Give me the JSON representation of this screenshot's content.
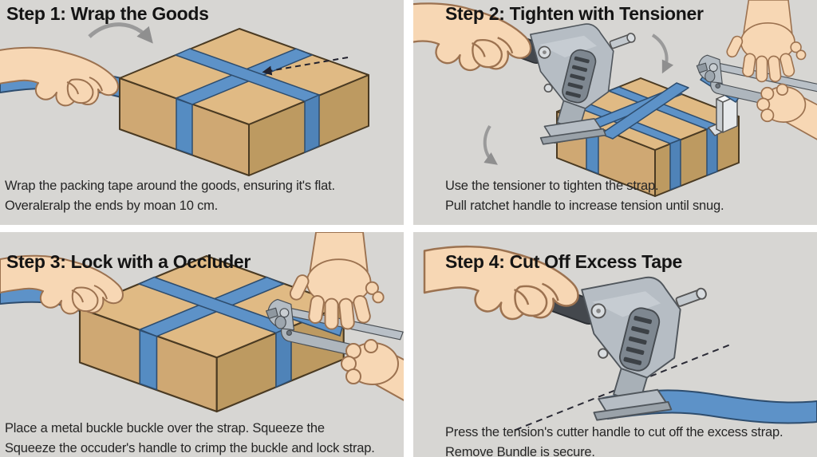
{
  "colors": {
    "panel_background": "#d7d6d3",
    "gutter": "#ffffff",
    "strap_blue": "#5d92c8",
    "box_top": "#e0ba84",
    "box_front": "#cfa873",
    "box_side": "#bd9a61",
    "skin": "#f7d7b4",
    "tool_gray": "#b6bdc4",
    "tool_grip_dark": "#44484d",
    "title_text": "#141414",
    "caption_text": "#262626"
  },
  "panels": [
    {
      "id": "step-1",
      "title": "Step 1: Wrap the Goods",
      "caption_lines": [
        "Wrap the packing tape around the goods, ensuring it's flat.",
        "Overalᴇralp the ends by moan 10 cm."
      ],
      "illustration": "hand-wrapping-blue-strap-around-cardboard-box"
    },
    {
      "id": "step-2",
      "title": "Step 2: Tighten with Tensioner",
      "caption_lines": [
        "Use the tensioner to tighten the strap.",
        "Pull ratchet handle to increase tension until snug."
      ],
      "illustration": "tensioner-and-crimper-tools-tightening-strap-on-box"
    },
    {
      "id": "step-3",
      "title": "Step 3: Lock with a Occluder",
      "caption_lines": [
        "Place a metal buckle buckle over the strap. Squeeze the",
        "Squeeze the occuder's handle to crimp the buckle and lock strap."
      ],
      "illustration": "crimper-tool-locking-buckle-on-strapped-box"
    },
    {
      "id": "step-4",
      "title": "Step 4: Cut Off Excess Tape",
      "caption_lines": [
        "Press the tension's cutter handle to cut off the excess strap.",
        "Remove Bundle is secure."
      ],
      "illustration": "tensioner-cutter-cutting-excess-blue-strap"
    }
  ]
}
